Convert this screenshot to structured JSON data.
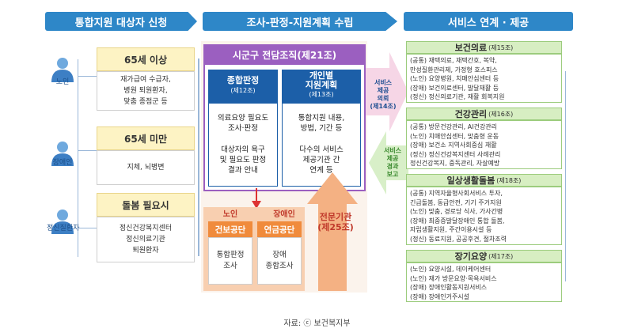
{
  "headers": {
    "left": "통합지원 대상자 신청",
    "middle": "조사-판정-지원계획 수립",
    "right": "서비스 연계 · 제공"
  },
  "applicants": [
    {
      "person": "노인",
      "category": "65세 이상",
      "details": [
        "재가급여 수급자,",
        "병원 퇴원환자,",
        "맞춤 종점군 등"
      ]
    },
    {
      "person": "장애인",
      "category": "65세 미만",
      "details": [
        "지체, 뇌병변"
      ]
    },
    {
      "person": "정신질환자",
      "category": "돌봄 필요시",
      "details": [
        "정신건강복지센터",
        "정신의료기관",
        "퇴원환자"
      ]
    }
  ],
  "org": {
    "title": "시군구 전담조직(제21조)",
    "col1_title": "종합판정",
    "col1_sub": "(제12조)",
    "col1_lines": [
      "의료요양 필요도",
      "조사·판정"
    ],
    "col1_lines2": [
      "대상자의 욕구",
      "및 필요도 판정",
      "결과 안내"
    ],
    "col2_title": "개인별",
    "col2_title2": "지원계획",
    "col2_sub": "(제13조)",
    "col2_lines": [
      "통합지원 내용,",
      "방법, 기간 등"
    ],
    "col2_lines2": [
      "다수의 서비스",
      "제공기관 간",
      "연계 등"
    ]
  },
  "agency": {
    "elderly_tag": "노인",
    "disabled_tag": "장애인",
    "elderly_box": "건보공단",
    "elderly_body": [
      "통합판정",
      "조사"
    ],
    "disabled_box": "연금공단",
    "disabled_body": [
      "장애",
      "종합조사"
    ],
    "expert": "전문기관",
    "expert_article": "(제25조)"
  },
  "arrows": {
    "council": [
      "서비스",
      "제공",
      "의뢰",
      "(제14조)"
    ],
    "report": [
      "서비스",
      "제공",
      "경과",
      "보고"
    ]
  },
  "services": [
    {
      "title": "보건의료",
      "article": "(제15조)",
      "items": [
        "(공통) 재택의료, 재택간호, 복약,",
        "  만성질환관리제, 가정형 호스피스",
        "(노인) 요양병원, 치매안심센터 등",
        "(장애) 보건의료센터, 발달재활 등",
        "(정신) 정신의료기관, 재활 회복지원"
      ]
    },
    {
      "title": "건강관리",
      "article": "(제16조)",
      "items": [
        "(공통) 방문건강관리, AI건강관리",
        "(노인) 치매안심센터, 맞춤형 운동",
        "(장애) 보건소 지역사회중심 재활",
        "(정신) 정신건강복지센터 사례관리",
        "  정신건강복지, 중독관리, 자살예방"
      ]
    },
    {
      "title": "일상생활돌봄",
      "article": "(제18조)",
      "items": [
        "(공통) 지역자율형사회서비스 투자,",
        "  긴급돌봄, 동급안전, 기기 주거지원",
        "(노인) 맞춤, 경로당 식사, 가사간병",
        "(장애) 최중증발달장애인 통합 돌봄,",
        "  자립생활지원, 주간이용시설 등",
        "(정신) 동료지원, 공공후견, 절차조력"
      ]
    },
    {
      "title": "장기요양",
      "article": "(제17조)",
      "items": [
        "(노인) 요양시설, 데이케어센터",
        "(노인) 재가 방문요양·목욕서비스",
        "(장애) 장애인활동지원서비스",
        "(장애) 장애인거주시설"
      ]
    }
  ],
  "caption": "자료: ⓒ 보건복지부",
  "colors": {
    "header_blue": "#2e87c8",
    "org_purple": "#9b5fc0",
    "green": "#9ccc7d",
    "orange": "#f4b183"
  }
}
